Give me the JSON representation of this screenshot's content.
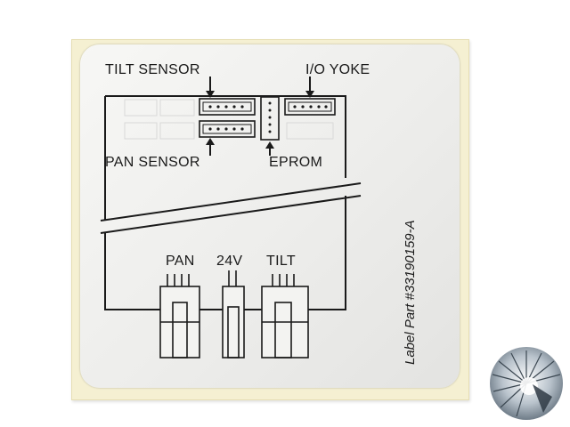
{
  "label": {
    "connectors": {
      "tilt_sensor": "TILT SENSOR",
      "io_yoke": "I/O YOKE",
      "pan_sensor": "PAN SENSOR",
      "eprom": "EPROM",
      "pan": "PAN",
      "v24": "24V",
      "tilt": "TILT"
    },
    "part_number": "Label Part #33190159-A"
  },
  "colors": {
    "ink": "#1a1a1a",
    "sticker": "#efefed",
    "backing": "#f5f0d2"
  },
  "icons": [
    "arrow-icon",
    "connector-icon",
    "logo-icon"
  ]
}
